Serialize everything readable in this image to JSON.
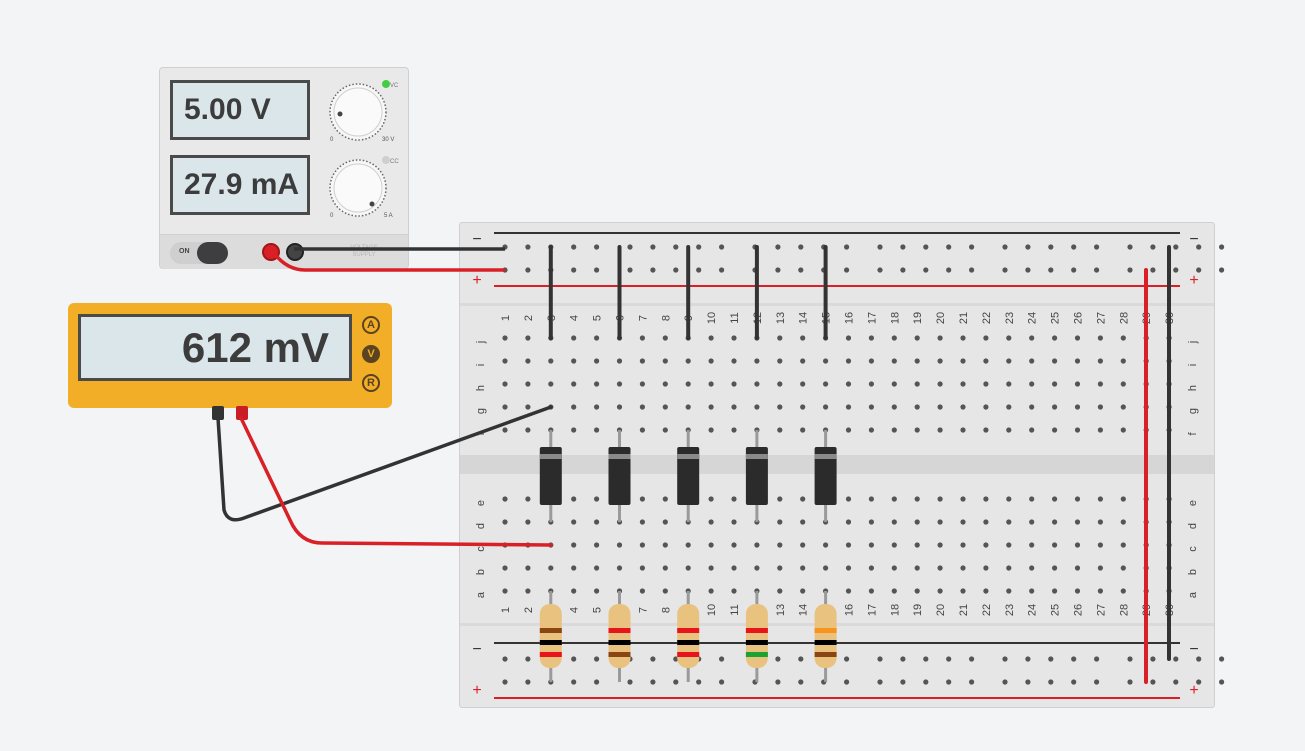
{
  "power_supply": {
    "voltage_reading": "5.00 V",
    "current_reading": "27.9 mA",
    "voltage_knob_min": "0",
    "voltage_knob_max": "30 V",
    "current_knob_min": "0",
    "current_knob_max": "5 A",
    "vc_label": "VC",
    "cc_label": "CC",
    "on_label": "ON",
    "brand_label": "VOLTAGE SUPPLY",
    "vc_led_color": "#44cc44",
    "cc_led_color": "#cfcfcf"
  },
  "multimeter": {
    "reading": "612 mV",
    "modes": [
      "A",
      "V",
      "R"
    ],
    "active_mode": "V"
  },
  "breadboard": {
    "columns": [
      "1",
      "2",
      "3",
      "4",
      "5",
      "6",
      "7",
      "8",
      "9",
      "10",
      "11",
      "12",
      "13",
      "14",
      "15",
      "16",
      "17",
      "18",
      "19",
      "20",
      "21",
      "22",
      "23",
      "24",
      "25",
      "26",
      "27",
      "28",
      "29",
      "30"
    ],
    "top_rows": [
      "j",
      "i",
      "h",
      "g",
      "f"
    ],
    "bottom_rows": [
      "e",
      "d",
      "c",
      "b",
      "a"
    ],
    "rail_minus": "−",
    "rail_plus": "+",
    "diode_columns": [
      3,
      6,
      9,
      12,
      15
    ],
    "resistors": [
      {
        "column": 3,
        "bands": [
          "#8b4513",
          "#000000",
          "#e8141b"
        ]
      },
      {
        "column": 6,
        "bands": [
          "#e8141b",
          "#000000",
          "#8b4513"
        ]
      },
      {
        "column": 9,
        "bands": [
          "#e8141b",
          "#000000",
          "#e8141b"
        ]
      },
      {
        "column": 12,
        "bands": [
          "#e8141b",
          "#000000",
          "#1aa332"
        ]
      },
      {
        "column": 15,
        "bands": [
          "#f7941d",
          "#000000",
          "#8b4513"
        ]
      }
    ]
  },
  "colors": {
    "wire_red": "#d92027",
    "wire_black": "#333333",
    "rail_red": "#d92027",
    "rail_black": "#333333"
  }
}
